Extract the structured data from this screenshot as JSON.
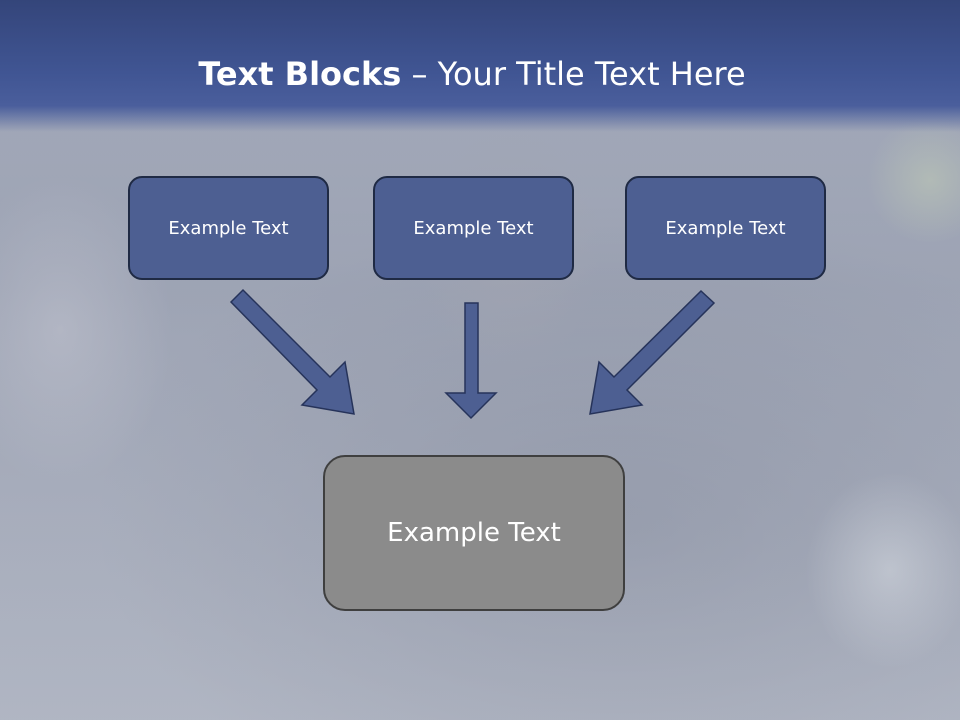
{
  "title": {
    "bold": "Text Blocks",
    "separator": " – ",
    "rest": "Your Title Text Here"
  },
  "blocks": [
    {
      "label": "Example Text"
    },
    {
      "label": "Example Text"
    },
    {
      "label": "Example Text"
    }
  ],
  "main_block": {
    "label": "Example Text"
  },
  "colors": {
    "header": "#405593",
    "block_fill": "#4d5f92",
    "main_block_fill": "#8b8b8b",
    "arrow_fill": "#4d5f92"
  },
  "icons": {
    "arrows": [
      "arrow-down-right-icon",
      "arrow-down-icon",
      "arrow-down-left-icon"
    ]
  }
}
